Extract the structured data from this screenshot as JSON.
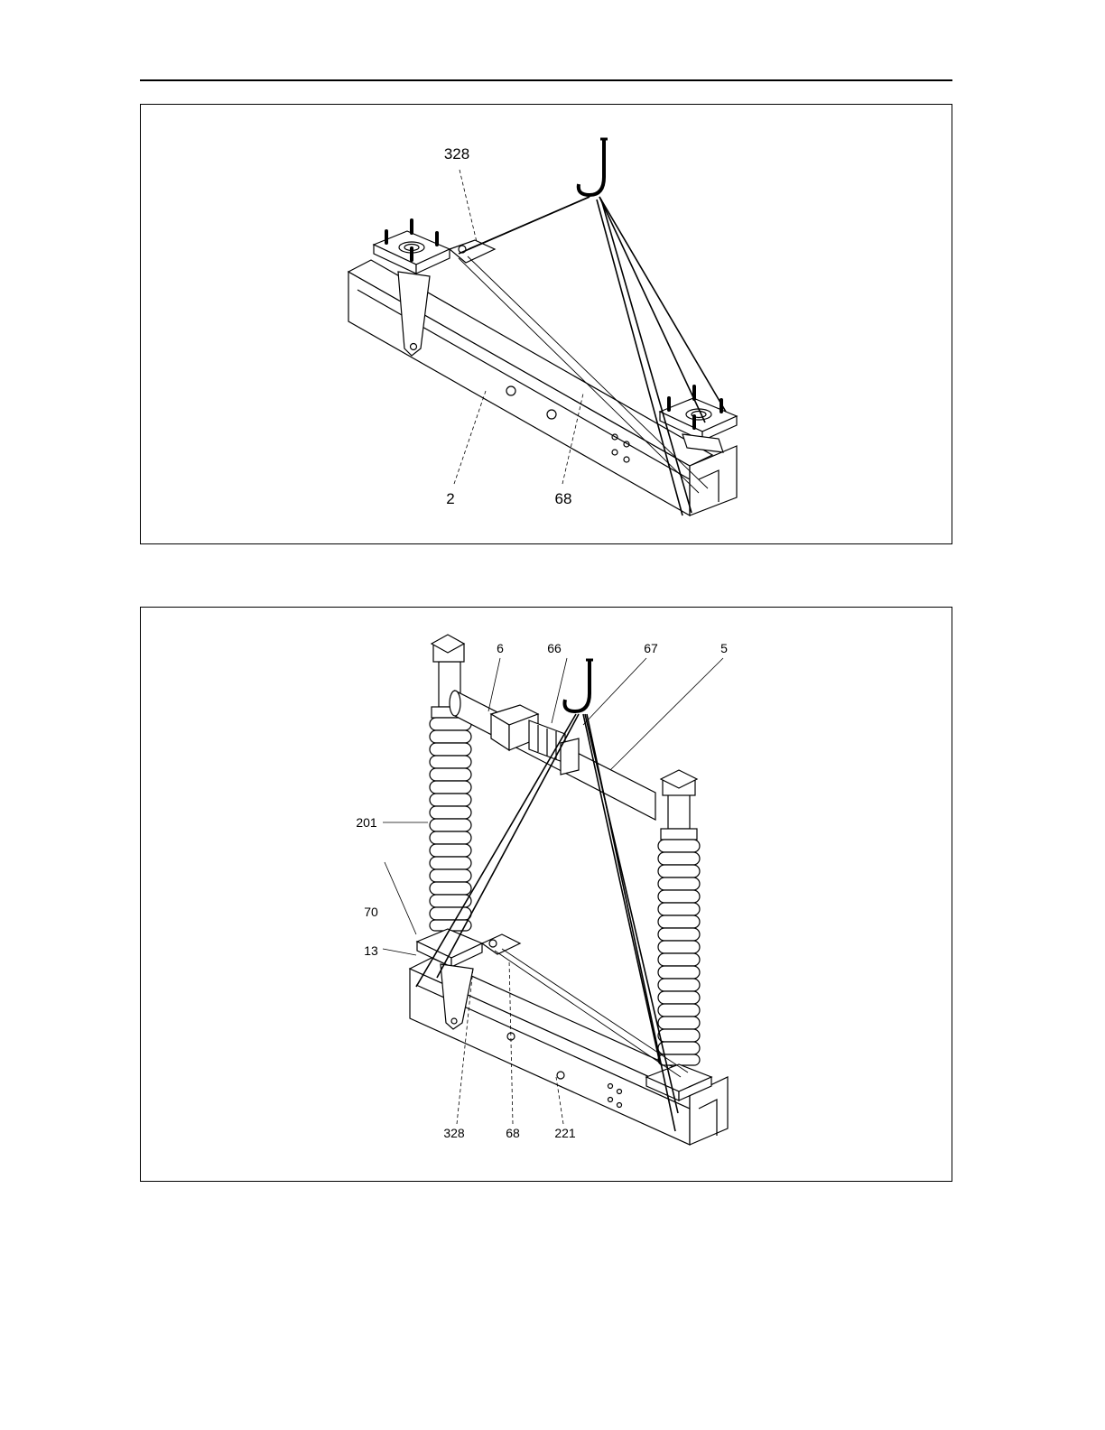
{
  "figure_1": {
    "labels": {
      "top_bracket": "328",
      "beam": "2",
      "sling": "68"
    }
  },
  "figure_2": {
    "labels": {
      "drive": "6",
      "coupling": "66",
      "shackle": "67",
      "tube": "5",
      "insulator": "201",
      "flange": "70",
      "bolt": "13",
      "bracket": "328",
      "sling": "68",
      "frame": "221"
    }
  }
}
